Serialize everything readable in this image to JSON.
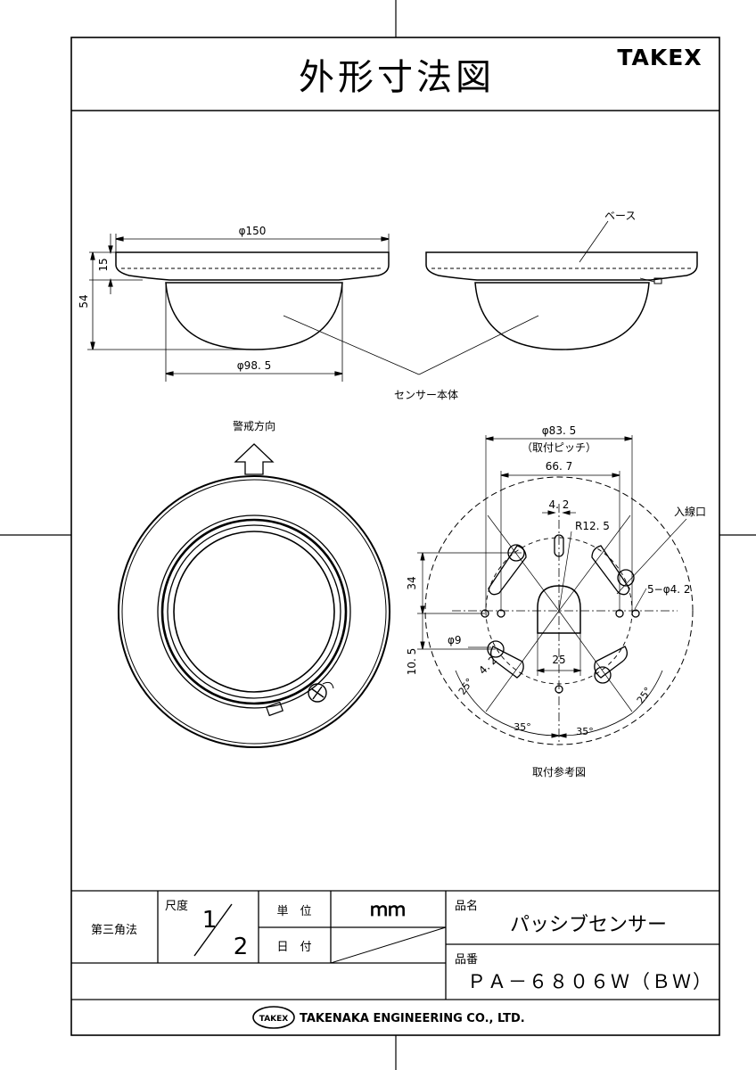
{
  "header": {
    "title": "外形寸法図",
    "brand": "TAKEX"
  },
  "side_view": {
    "dim_outer_diameter": "φ150",
    "dim_base_height": "15",
    "dim_total_height": "54",
    "dim_dome_diameter": "φ98. 5",
    "label_base": "ベース",
    "label_sensor_body": "センサー本体"
  },
  "top_view": {
    "label_alarm_direction": "警戒方向"
  },
  "mounting": {
    "dim_pitch": "φ83. 5",
    "dim_pitch_note": "（取付ピッチ）",
    "dim_66_7": "66. 7",
    "dim_4_2_top": "4. 2",
    "dim_r12_5": "R12. 5",
    "label_wire_inlet": "入線口",
    "dim_34": "34",
    "dim_5_holes": "5−φ4. 2",
    "dim_10_5": "10. 5",
    "dim_phi9": "φ9",
    "dim_4_2_slot": "4. 2",
    "dim_25": "25",
    "angle_25_left": "25°",
    "angle_25_right": "25°",
    "angle_35_left": "35°",
    "angle_35_right": "35°",
    "caption": "取付参考図"
  },
  "title_block": {
    "projection": "第三角法",
    "scale_label": "尺度",
    "scale_num": "1",
    "scale_den": "2",
    "unit_label": "単　位",
    "unit_value": "ｍｍ",
    "date_label": "日　付",
    "product_name_label": "品名",
    "product_name": "パッシブセンサー",
    "product_no_label": "品番",
    "product_no": "ＰＡ－６８０６Ｗ（ＢＷ）",
    "company_logo": "TAKEX",
    "company": "TAKENAKA ENGINEERING CO., LTD."
  }
}
